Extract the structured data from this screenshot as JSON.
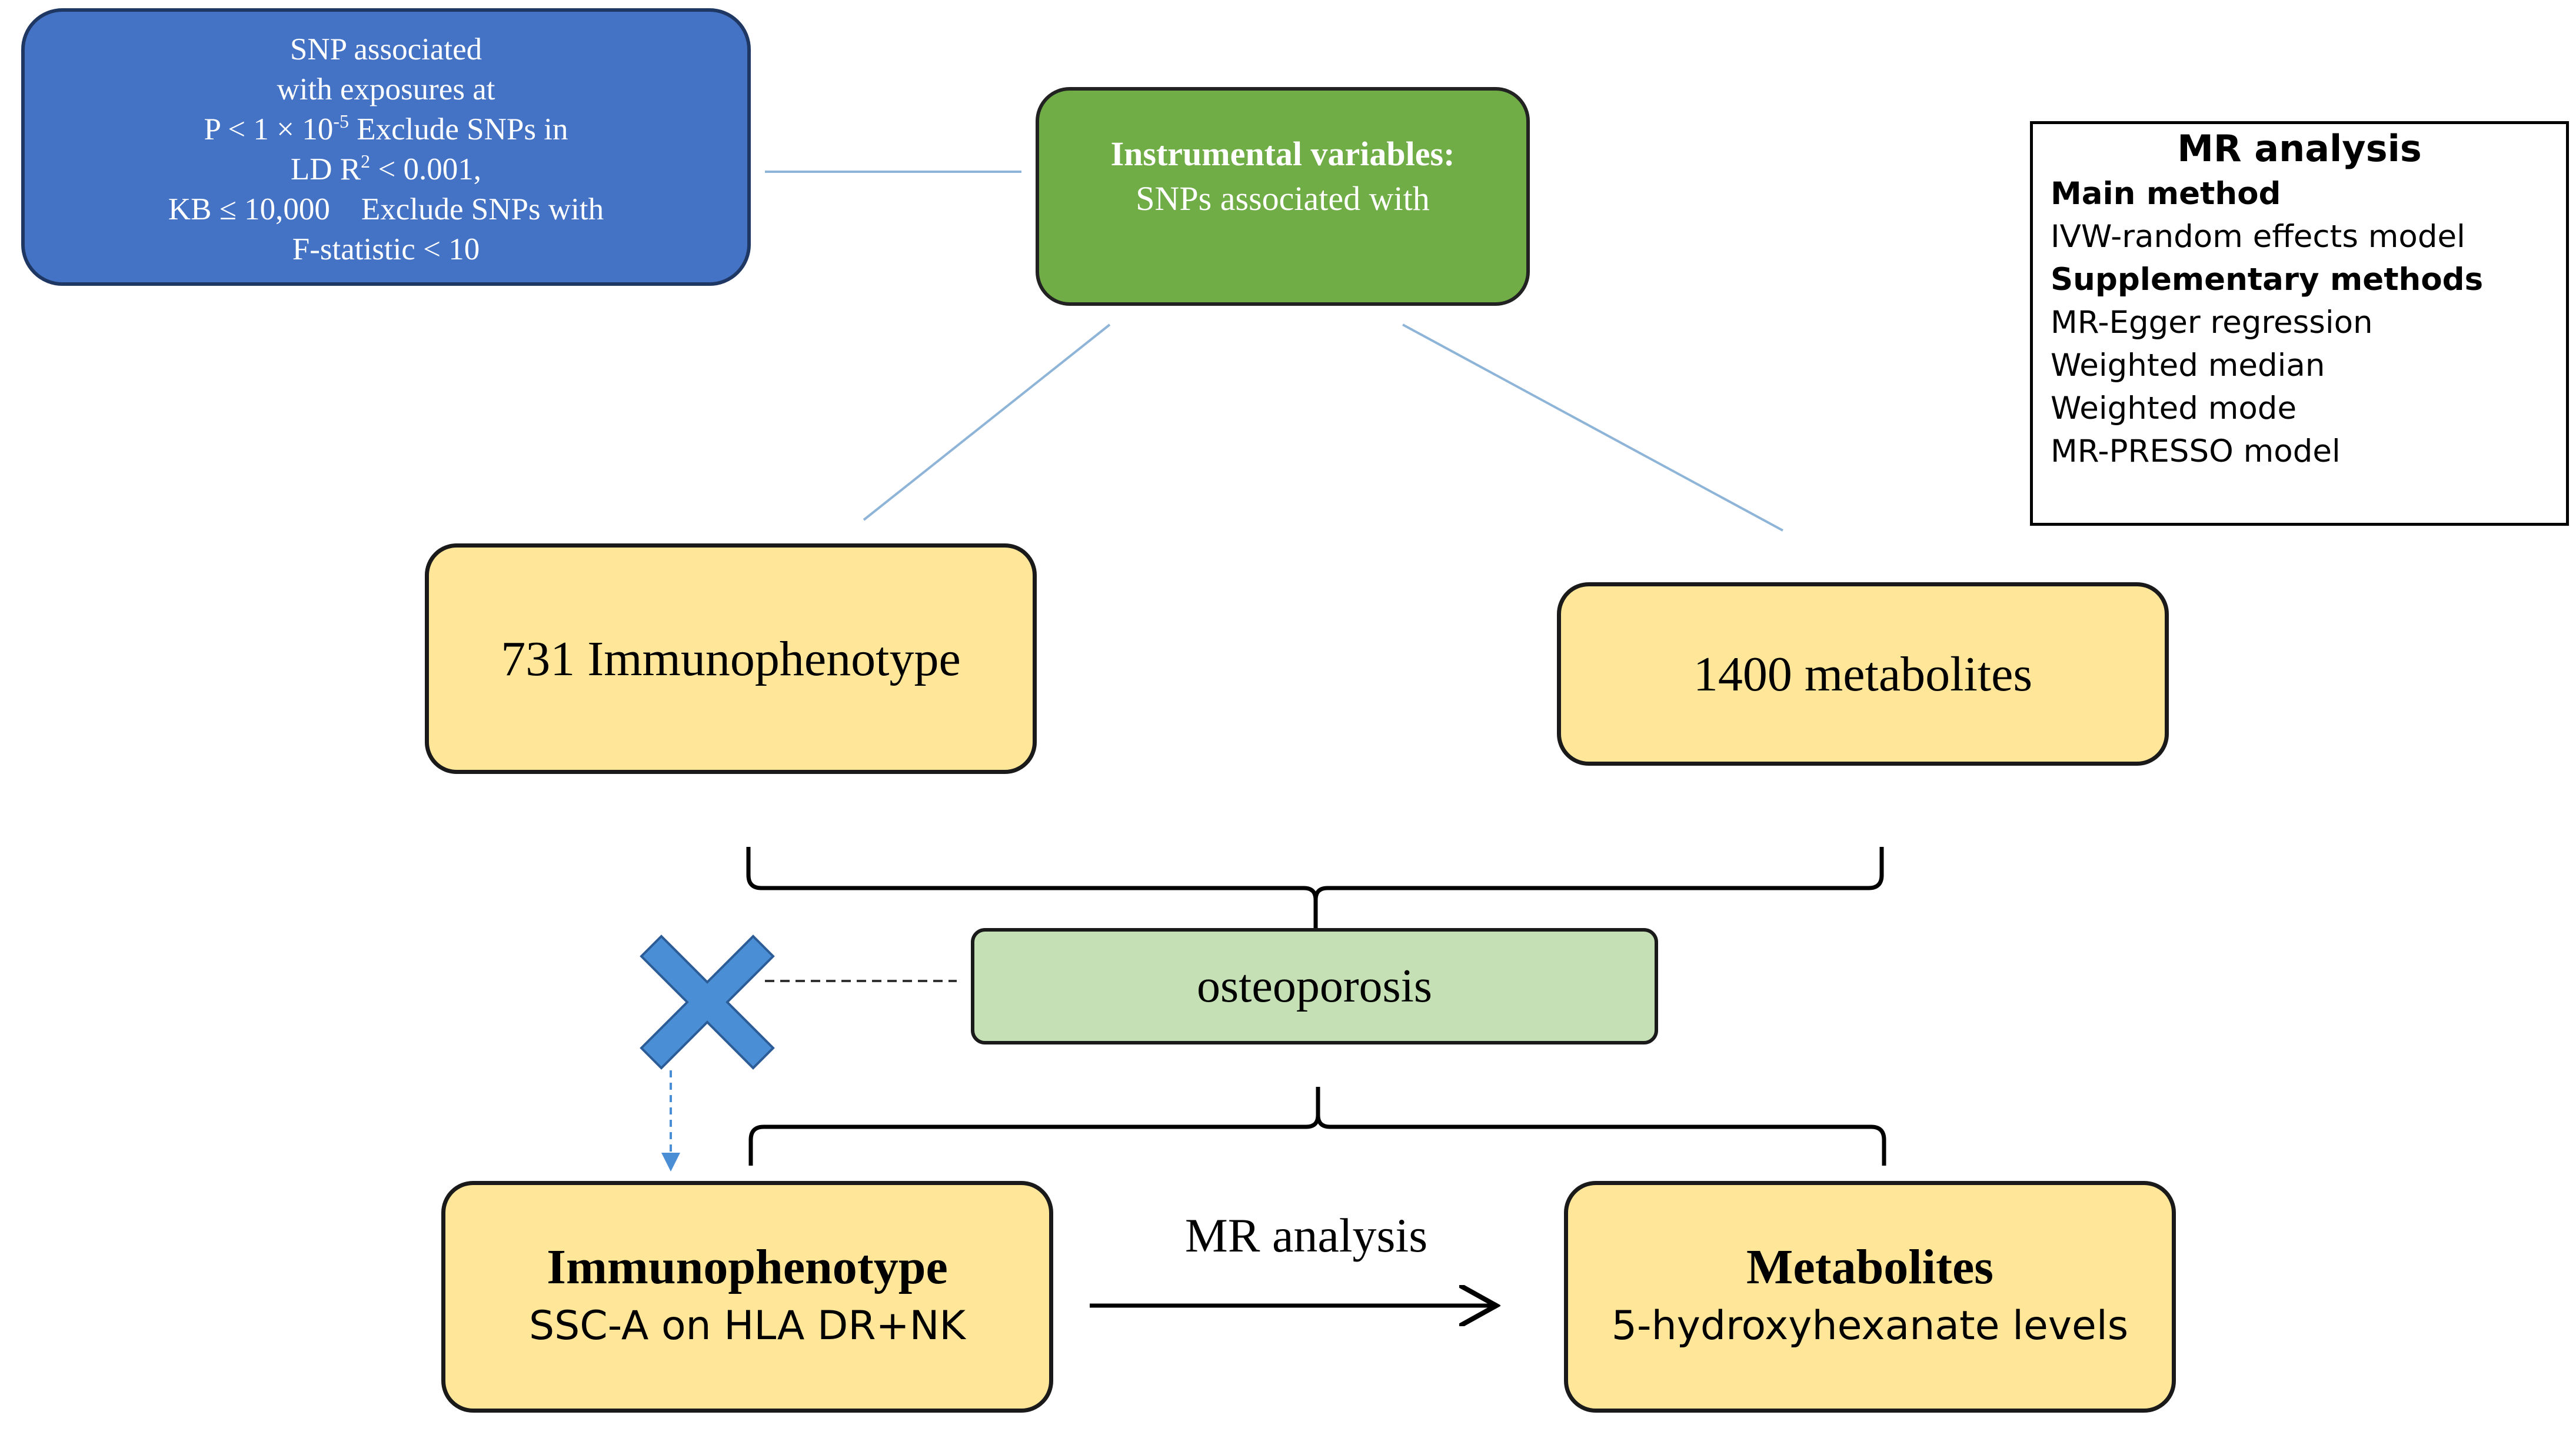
{
  "criteria_box": {
    "line1": "SNP associated",
    "line2": "with exposures at",
    "line3_pre": "P < 1 × 10",
    "line3_sup": "-5",
    "line3_post": " Exclude SNPs in",
    "line4_pre": "LD R",
    "line4_sup": "2",
    "line4_post": " < 0.001,",
    "line5": "KB ≤ 10,000    Exclude SNPs with",
    "line6": "F-statistic < 10"
  },
  "instrument_box": {
    "title": "Instrumental variables:",
    "subtitle": "SNPs associated with"
  },
  "exposures": {
    "left": "731 Immunophenotype",
    "right": "1400 metabolites"
  },
  "outcome": {
    "label": "osteoporosis"
  },
  "results": {
    "left_title": "Immunophenotype",
    "left_sub": "SSC-A on HLA DR+NK",
    "right_title": "Metabolites",
    "right_sub": "5-hydroxyhexanate levels",
    "arrow_label": "MR analysis"
  },
  "mr_panel": {
    "title": "MR analysis",
    "main_heading": "Main method",
    "main_items": [
      "IVW-random effects model"
    ],
    "supp_heading": "Supplementary methods",
    "supp_items": [
      "MR-Egger regression",
      "Weighted median",
      "Weighted mode",
      "MR-PRESSO model"
    ]
  },
  "colors": {
    "criteria_fill": "#4472c4",
    "instrument_fill": "#70ad47",
    "exposure_fill": "#ffe699",
    "outcome_fill": "#c5e0b4",
    "x_mark": "#4a8fd6",
    "connector": "#8eb4d8"
  }
}
